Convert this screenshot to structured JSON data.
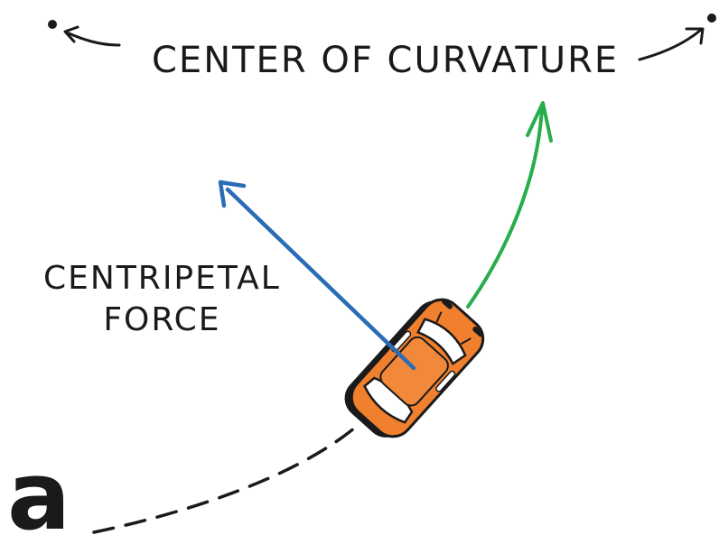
{
  "title": "CENTER OF CURVATURE",
  "force_label": {
    "line1": "CENTRIPETAL",
    "line2": "FORCE"
  },
  "panel_letter": "a",
  "colors": {
    "force_arrow": "#2a6db5",
    "velocity_arrow": "#27ae4a",
    "car_body": "#f07f2e",
    "car_outline": "#1a1a1a",
    "ink": "#1a1a1a"
  }
}
